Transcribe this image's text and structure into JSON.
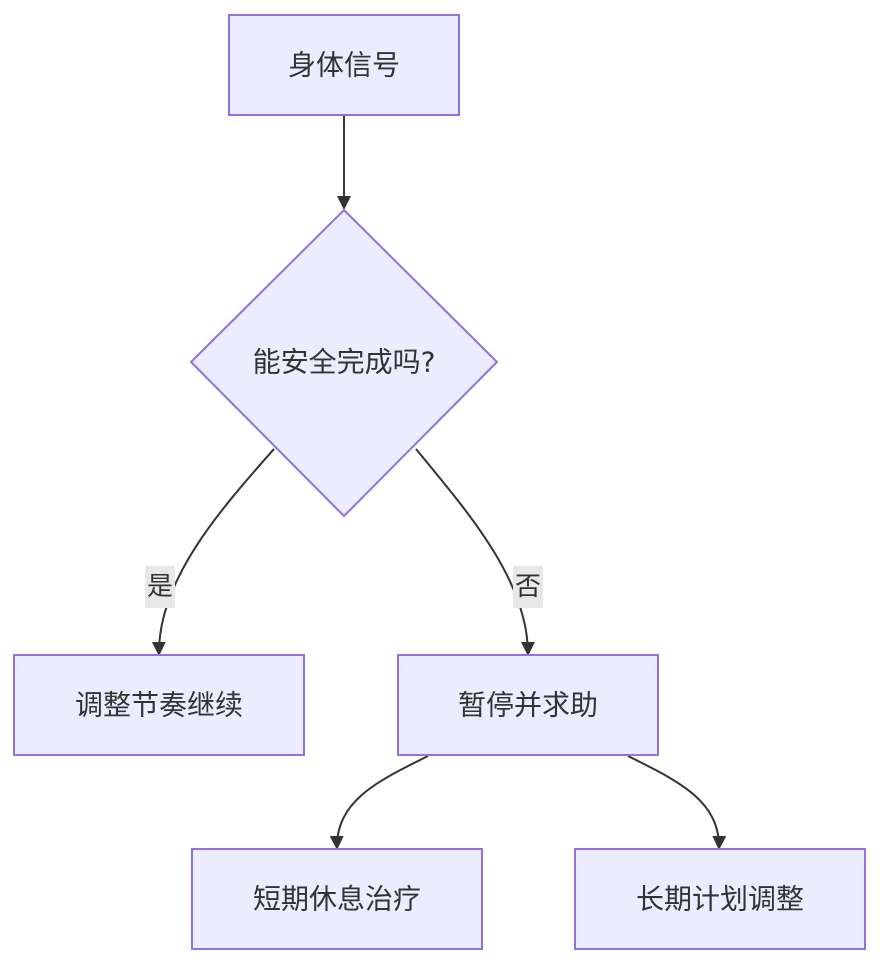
{
  "diagram": {
    "type": "flowchart",
    "nodes": {
      "body_signal": {
        "label": "身体信号",
        "shape": "rect"
      },
      "decision": {
        "label": "能安全完成吗?",
        "shape": "diamond"
      },
      "adjust": {
        "label": "调整节奏继续",
        "shape": "rect"
      },
      "pause": {
        "label": "暂停并求助",
        "shape": "rect"
      },
      "short_rest": {
        "label": "短期休息治疗",
        "shape": "rect"
      },
      "long_plan": {
        "label": "长期计划调整",
        "shape": "rect"
      }
    },
    "edges": [
      {
        "from": "body_signal",
        "to": "decision",
        "label": ""
      },
      {
        "from": "decision",
        "to": "adjust",
        "label": "是"
      },
      {
        "from": "decision",
        "to": "pause",
        "label": "否"
      },
      {
        "from": "pause",
        "to": "short_rest",
        "label": ""
      },
      {
        "from": "pause",
        "to": "long_plan",
        "label": ""
      }
    ],
    "colors": {
      "node_fill": "#ECECFF",
      "node_stroke": "#9370DB",
      "edge": "#333333",
      "text": "#333333",
      "label_bg": "#E8E8E8"
    }
  }
}
